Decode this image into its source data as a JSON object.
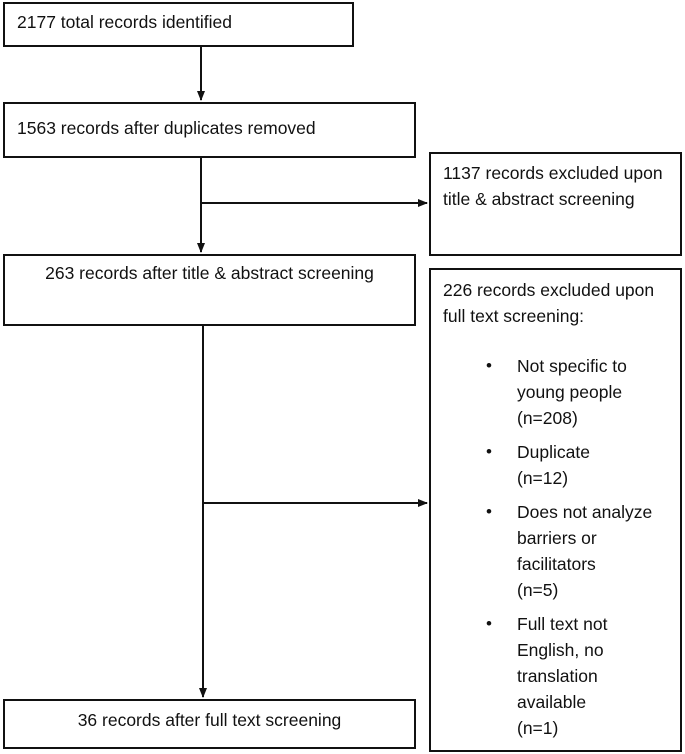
{
  "boxes": {
    "identified": "2177 total records identified",
    "after_duplicates": "1563 records after duplicates removed",
    "after_title_abstract": "263 records after title & abstract screening",
    "excluded_title_abstract": "1137 records excluded upon title & abstract screening",
    "excluded_full_text_heading": "226 records excluded upon full text screening:",
    "final": "36 records after full text screening"
  },
  "exclusion_reasons": [
    {
      "label": "Not specific to young people",
      "count": "(n=208)"
    },
    {
      "label": "Duplicate",
      "count": "(n=12)"
    },
    {
      "label": "Does not analyze barriers or facilitators",
      "count": "(n=5)"
    },
    {
      "label": "Full text not English, no translation available",
      "count": "(n=1)"
    }
  ],
  "bullet_glyph": "•",
  "colors": {
    "line": "#111111",
    "background": "#ffffff"
  }
}
